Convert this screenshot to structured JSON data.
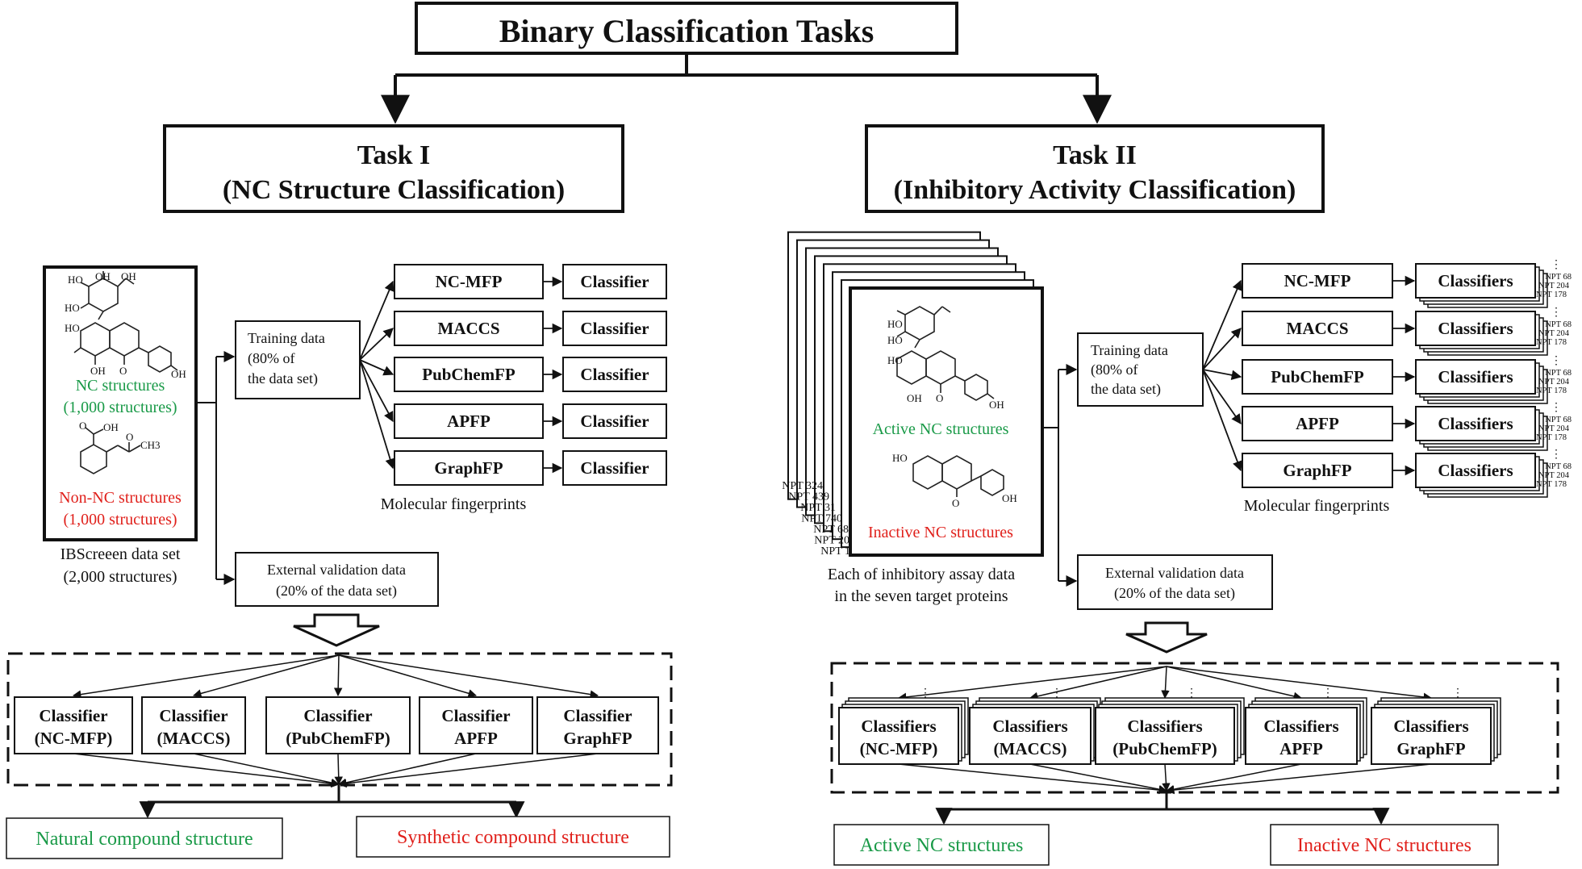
{
  "title": "Binary Classification Tasks",
  "task1": {
    "title_line1": "Task I",
    "title_line2": "(NC Structure Classification)",
    "nc_label": "NC structures",
    "nc_count": "(1,000 structures)",
    "non_nc_label": "Non-NC structures",
    "non_nc_count": "(1,000 structures)",
    "dataset_line1": "IBScreeen data set",
    "dataset_line2": "(2,000 structures)",
    "training_line1": "Training data",
    "training_line2": "(80% of",
    "training_line3": "the data set)",
    "validation_line1": "External validation data",
    "validation_line2": "(20% of the data set)",
    "fingerprints": [
      "NC-MFP",
      "MACCS",
      "PubChemFP",
      "APFP",
      "GraphFP"
    ],
    "classifier_label": "Classifier",
    "fingerprints_caption": "Molecular fingerprints",
    "classifiers": [
      {
        "line1": "Classifier",
        "line2": "(NC-MFP)"
      },
      {
        "line1": "Classifier",
        "line2": "(MACCS)"
      },
      {
        "line1": "Classifier",
        "line2": "(PubChemFP)"
      },
      {
        "line1": "Classifier",
        "line2": "APFP"
      },
      {
        "line1": "Classifier",
        "line2": "GraphFP"
      }
    ],
    "outcome_left": "Natural compound structure",
    "outcome_right": "Synthetic compound structure"
  },
  "task2": {
    "title_line1": "Task II",
    "title_line2": "(Inhibitory Activity Classification)",
    "active_label": "Active NC structures",
    "inactive_label": "Inactive NC structures",
    "stack_labels": [
      "NPT 324",
      "NPT 439",
      "NPT 31",
      "NPT 740",
      "NPT 68",
      "NPT 204",
      "NPT 178"
    ],
    "assay_line1": "Each of inhibitory assay data",
    "assay_line2": "in the seven target proteins",
    "training_line1": "Training data",
    "training_line2": "(80% of",
    "training_line3": "the data set)",
    "validation_line1": "External validation data",
    "validation_line2": "(20% of the data set)",
    "fingerprints": [
      "NC-MFP",
      "MACCS",
      "PubChemFP",
      "APFP",
      "GraphFP"
    ],
    "classifiers_label": "Classifiers",
    "stack_mini_labels": [
      "NPT 68",
      "NPT 204",
      "NPT 178"
    ],
    "ellipsis": "⋮",
    "fingerprints_caption": "Molecular fingerprints",
    "classifiers": [
      {
        "line1": "Classifiers",
        "line2": "(NC-MFP)"
      },
      {
        "line1": "Classifiers",
        "line2": "(MACCS)"
      },
      {
        "line1": "Classifiers",
        "line2": "(PubChemFP)"
      },
      {
        "line1": "Classifiers",
        "line2": "APFP"
      },
      {
        "line1": "Classifiers",
        "line2": "GraphFP"
      }
    ],
    "outcome_left": "Active NC structures",
    "outcome_right": "Inactive NC structures"
  },
  "molecules": {
    "oh": "OH",
    "ho": "HO",
    "o": "O",
    "ch3": "CH3"
  },
  "colors": {
    "green": "#1a9a48",
    "red": "#e0201b",
    "line": "#111111"
  }
}
